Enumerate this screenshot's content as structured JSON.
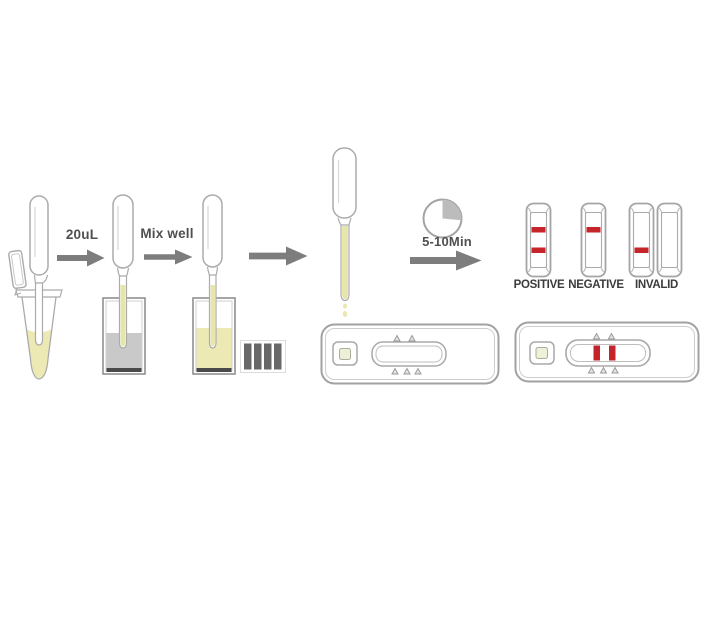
{
  "steps": {
    "transfer_label": "20uL",
    "mix_label": "Mix well",
    "wait_label": "5-10Min"
  },
  "results": {
    "labels": [
      "POSITIVE",
      "NEGATIVE",
      "INVALID"
    ],
    "strips": [
      {
        "name": "positive-strip",
        "control_line": true,
        "test_line": true
      },
      {
        "name": "negative-strip",
        "control_line": true,
        "test_line": false
      },
      {
        "name": "invalid-strip-no-control",
        "control_line": false,
        "test_line": true
      },
      {
        "name": "invalid-strip-blank",
        "control_line": false,
        "test_line": false
      }
    ]
  },
  "cassettes": [
    {
      "name": "blank-cassette-under-dropper",
      "control_line": false,
      "test_line": false
    },
    {
      "name": "positive-result-cassette",
      "control_line": true,
      "test_line": true
    }
  ],
  "icons": {
    "timer_icon": "pie-clock",
    "arrow_icon": "right-block-arrow",
    "grille_icon": "striped-block",
    "drop_marker_icon": "small-triangle"
  },
  "colors": {
    "outline_gray": "#a8a8a8",
    "arrow_gray": "#7d7d7d",
    "label_gray": "#4f4f4f",
    "sample_yellow": "#ece9b4",
    "stem_yellow": "#e6e6a8",
    "buffer_gray": "#c9c9c9",
    "line_red": "#c5242b"
  }
}
